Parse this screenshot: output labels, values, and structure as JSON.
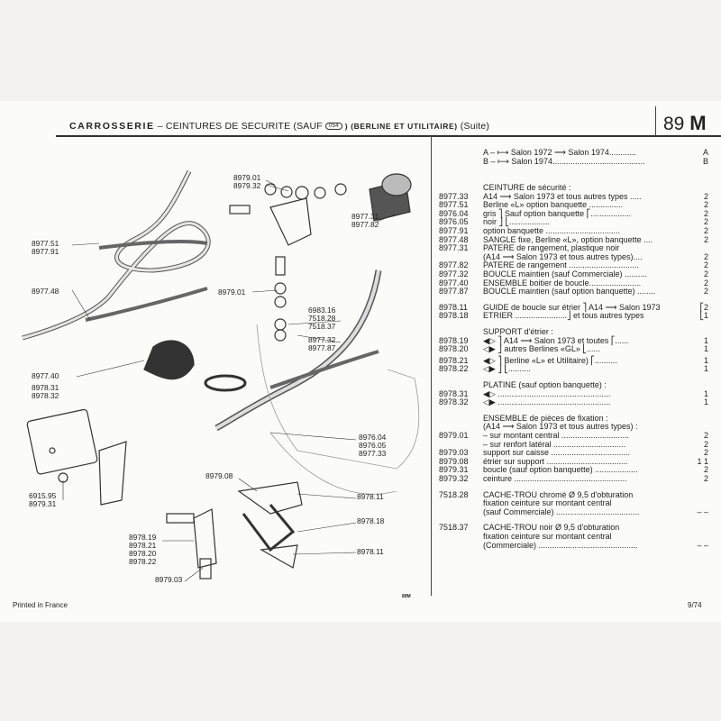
{
  "header": {
    "section": "CARROSSERIE",
    "title": "– CEINTURES DE SECURITE (SAUF",
    "logo_text": "054",
    "subtitle": ") (BERLINE ET UTILITAIRE)",
    "suite": "(Suite)",
    "page_code_num": "89",
    "page_code_letter": "M"
  },
  "legend": [
    {
      "text": "A – ⟼ Salon 1972 ⟶ Salon 1974............",
      "code": "A"
    },
    {
      "text": "B – ⟼ Salon 1974.........................................",
      "code": "B"
    }
  ],
  "parts": [
    {
      "num": "",
      "desc": "CEINTURE de sécurité :",
      "qty": ""
    },
    {
      "num": "8977.33",
      "desc": "A14 ⟶ Salon 1973 et tous autres types .....",
      "qty": "2"
    },
    {
      "num": "8977.51",
      "desc": "Berline «L» option banquette ...............",
      "qty": "2"
    },
    {
      "num": "8976.04",
      "desc": "gris ⎤ Sauf option banquette ⎡..................",
      "qty": "2"
    },
    {
      "num": "8976.05",
      "desc": "noir ⎦                              ⎣..................",
      "qty": "2"
    },
    {
      "num": "8977.91",
      "desc": "option banquette .................................",
      "qty": "2"
    },
    {
      "num": "8977.48",
      "desc": "SANGLE fixe, Berline «L», option banquette ....",
      "qty": "2"
    },
    {
      "num": "8977.31",
      "desc": "PATERE de rangement, plastique noir",
      "qty": ""
    },
    {
      "num": "",
      "desc": "  (A14 ⟶ Salon 1973 et tous autres types)....",
      "qty": "2"
    },
    {
      "num": "8977.82",
      "desc": "PATERE de rangement ...............................",
      "qty": "2"
    },
    {
      "num": "8977.32",
      "desc": "BOUCLE maintien (sauf Commerciale) ..........",
      "qty": "2"
    },
    {
      "num": "8977.40",
      "desc": "ENSEMBLE boitier de boucle.......................",
      "qty": "2"
    },
    {
      "num": "8977.87",
      "desc": "BOUCLE maintien (sauf option banquette) ........",
      "qty": "2"
    },
    {
      "num": "8978.11",
      "desc": "GUIDE de boucle sur étrier ⎤ A14 ⟶ Salon 1973",
      "qty": "⎡2"
    },
    {
      "num": "8978.18",
      "desc": "ETRIER .......................⎦ et tous autres types",
      "qty": "⎣1"
    },
    {
      "num": "",
      "desc": "SUPPORT d'étrier :",
      "qty": ""
    },
    {
      "num": "8978.19",
      "desc": "◀▷ ⎤   A14 ⟶ Salon 1973 et toutes   ⎡......",
      "qty": "1"
    },
    {
      "num": "8978.20",
      "desc": "◁▶ ⎦   autres Berlines «GL»             ⎣......",
      "qty": "1"
    },
    {
      "num": "8978.21",
      "desc": "◀▷ ⎤   Berline «L» et Utilitaire)   ⎡..........",
      "qty": "1"
    },
    {
      "num": "8978.22",
      "desc": "◁▶ ⎦                                        ⎣..........",
      "qty": "1"
    },
    {
      "num": "",
      "desc": "PLATINE (sauf option banquette) :",
      "qty": ""
    },
    {
      "num": "8978.31",
      "desc": "◀▷ ..................................................",
      "qty": "1"
    },
    {
      "num": "8978.32",
      "desc": "◁▶ ..................................................",
      "qty": "1"
    },
    {
      "num": "",
      "desc": "ENSEMBLE de pièces de fixation :",
      "qty": ""
    },
    {
      "num": "",
      "desc": "(A14 ⟶ Salon 1973 et tous autres types) :",
      "qty": ""
    },
    {
      "num": "8979.01",
      "desc": "– sur montant central ..............................",
      "qty": "2"
    },
    {
      "num": "",
      "desc": "– sur renfort latéral ................................",
      "qty": "2"
    },
    {
      "num": "8979.03",
      "desc": "support sur caisse ...................................",
      "qty": "2"
    },
    {
      "num": "8979.08",
      "desc": "étrier sur support ....................................",
      "qty": "1 1"
    },
    {
      "num": "8979.31",
      "desc": "boucle (sauf option banquette) ...................",
      "qty": "2"
    },
    {
      "num": "8979.32",
      "desc": "ceinture ..................................................",
      "qty": "2"
    },
    {
      "num": "7518.28",
      "desc": "CACHE-TROU chromé Ø 9,5 d'obturation",
      "qty": ""
    },
    {
      "num": "",
      "desc": "  fixation ceinture sur montant central",
      "qty": ""
    },
    {
      "num": "",
      "desc": "  (sauf Commerciale) .....................................",
      "qty": "– –"
    },
    {
      "num": "7518.37",
      "desc": "CACHE-TROU noir Ø 9,5 d'obturation",
      "qty": ""
    },
    {
      "num": "",
      "desc": "  fixation ceinture sur montant central",
      "qty": ""
    },
    {
      "num": "",
      "desc": "  (Commerciale) ............................................",
      "qty": "– –"
    }
  ],
  "diagram_labels": [
    "8979.01",
    "8979.32",
    "8977.31",
    "8977.82",
    "8977.51",
    "8977.91",
    "8977.48",
    "8979.01",
    "6983.16",
    "7518.28",
    "7518.37",
    "8977.32",
    "8977.87",
    "8977.40",
    "8978.31",
    "8978.32",
    "8976.04",
    "8976.05",
    "8977.33",
    "8979.08",
    "8978.11",
    "6915.95",
    "8979.31",
    "8978.18",
    "8978.19",
    "8978.21",
    "8978.20",
    "8978.22",
    "8978.11",
    "8979.03"
  ],
  "footer": {
    "printed": "Printed in France",
    "mark": "89M",
    "page": "9/74"
  }
}
